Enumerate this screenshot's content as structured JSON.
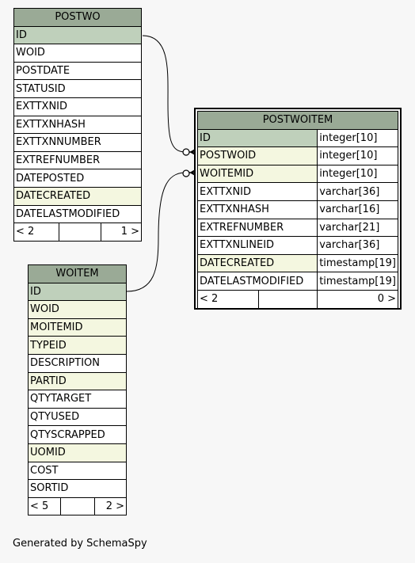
{
  "tables": {
    "postwo": {
      "name": "POSTWO",
      "columns": [
        {
          "name": "ID",
          "key": "pk"
        },
        {
          "name": "WOID",
          "key": ""
        },
        {
          "name": "POSTDATE",
          "key": ""
        },
        {
          "name": "STATUSID",
          "key": ""
        },
        {
          "name": "EXTTXNID",
          "key": ""
        },
        {
          "name": "EXTTXNHASH",
          "key": ""
        },
        {
          "name": "EXTTXNNUMBER",
          "key": ""
        },
        {
          "name": "EXTREFNUMBER",
          "key": ""
        },
        {
          "name": "DATEPOSTED",
          "key": ""
        },
        {
          "name": "DATECREATED",
          "key": "fk"
        },
        {
          "name": "DATELASTMODIFIED",
          "key": ""
        }
      ],
      "footer": {
        "parents": "< 2",
        "children": "1 >"
      }
    },
    "postwoitem": {
      "name": "POSTWOITEM",
      "columns": [
        {
          "name": "ID",
          "type": "integer[10]",
          "key": "pk"
        },
        {
          "name": "POSTWOID",
          "type": "integer[10]",
          "key": "fk"
        },
        {
          "name": "WOITEMID",
          "type": "integer[10]",
          "key": "fk"
        },
        {
          "name": "EXTTXNID",
          "type": "varchar[36]",
          "key": ""
        },
        {
          "name": "EXTTXNHASH",
          "type": "varchar[16]",
          "key": ""
        },
        {
          "name": "EXTREFNUMBER",
          "type": "varchar[21]",
          "key": ""
        },
        {
          "name": "EXTTXNLINEID",
          "type": "varchar[36]",
          "key": ""
        },
        {
          "name": "DATECREATED",
          "type": "timestamp[19]",
          "key": "fk"
        },
        {
          "name": "DATELASTMODIFIED",
          "type": "timestamp[19]",
          "key": ""
        }
      ],
      "footer": {
        "parents": "< 2",
        "children": "0 >"
      }
    },
    "woitem": {
      "name": "WOITEM",
      "columns": [
        {
          "name": "ID",
          "key": "pk"
        },
        {
          "name": "WOID",
          "key": "fk"
        },
        {
          "name": "MOITEMID",
          "key": "fk"
        },
        {
          "name": "TYPEID",
          "key": "fk"
        },
        {
          "name": "DESCRIPTION",
          "key": ""
        },
        {
          "name": "PARTID",
          "key": "fk"
        },
        {
          "name": "QTYTARGET",
          "key": ""
        },
        {
          "name": "QTYUSED",
          "key": ""
        },
        {
          "name": "QTYSCRAPPED",
          "key": ""
        },
        {
          "name": "UOMID",
          "key": "fk"
        },
        {
          "name": "COST",
          "key": ""
        },
        {
          "name": "SORTID",
          "key": ""
        }
      ],
      "footer": {
        "parents": "< 5",
        "children": "2 >"
      }
    }
  },
  "relationships": [
    {
      "from": "POSTWO.ID",
      "to": "POSTWOITEM.POSTWOID"
    },
    {
      "from": "WOITEM.ID",
      "to": "POSTWOITEM.WOITEMID"
    }
  ],
  "colors": {
    "header": "#9aaa96",
    "primary_key": "#bfd0bb",
    "foreign_key": "#f4f7e0",
    "background": "#f7f7f7"
  },
  "footer_text": "Generated by SchemaSpy"
}
